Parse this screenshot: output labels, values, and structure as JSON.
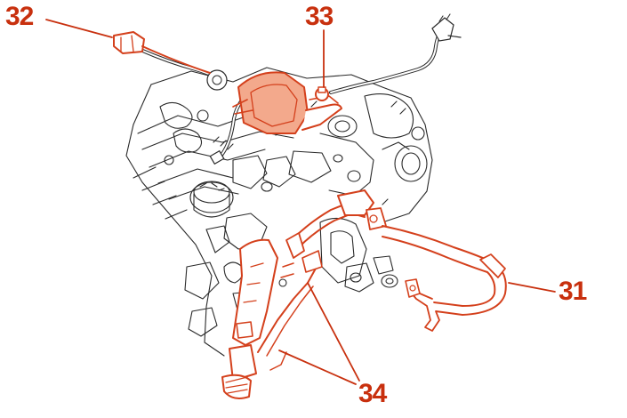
{
  "callouts": {
    "c31": "31",
    "c32": "32",
    "c33": "33",
    "c34": "34"
  },
  "colors": {
    "highlight": "#d4401c",
    "highlight_fill": "#f3a98c",
    "callout_text": "#c8300e",
    "linework": "#2a2a2a"
  }
}
